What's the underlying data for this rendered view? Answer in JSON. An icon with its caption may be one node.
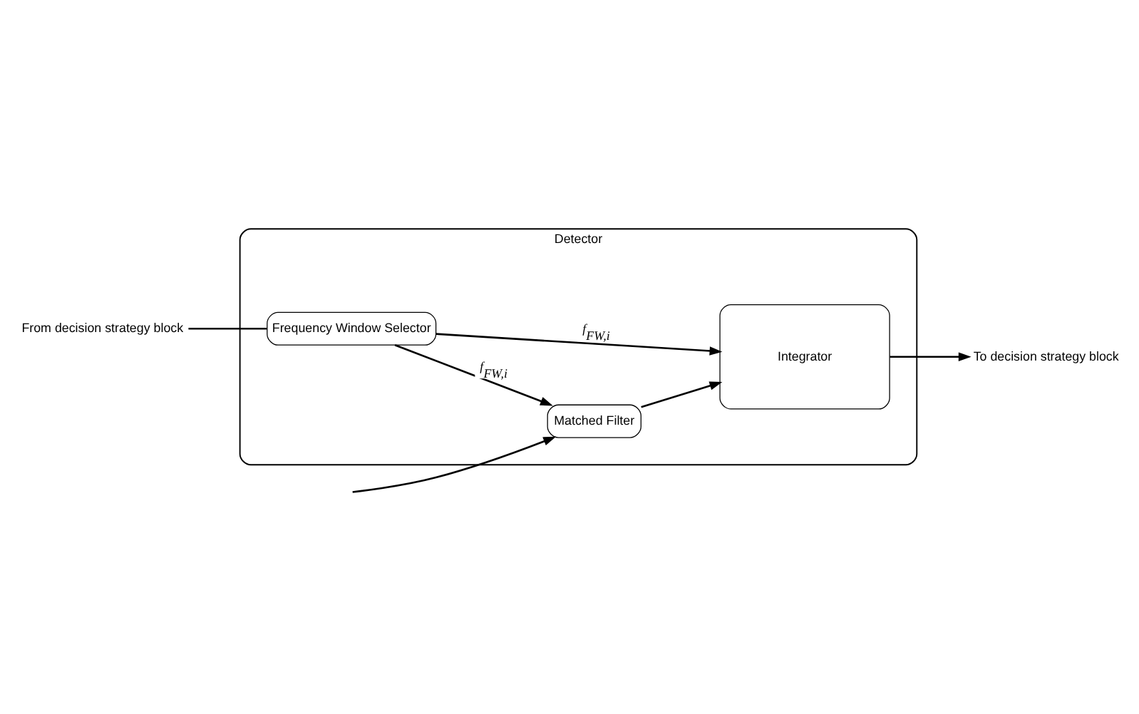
{
  "diagram": {
    "nodes": [
      {
        "text": [
          "Detector"
        ]
      },
      {
        "text": [
          "Matched Filter"
        ],
        "in": 0
      },
      {
        "text": [
          "Integrator"
        ],
        "in": 0
      },
      {
        "text": [
          "Frequency Window Selector"
        ],
        "in": 0
      },
      {
        "text": [
          "To decision strategy block"
        ]
      },
      {
        "text": [
          "From decision strategy block"
        ]
      }
    ],
    "edges": [
      {
        "from": null,
        "to": 1,
        "arrow": "to"
      },
      {
        "from": 1,
        "to": 2,
        "arrow": "to"
      },
      {
        "from": 2,
        "to": 4,
        "arrow": "to"
      },
      {
        "from": 3,
        "to": 1,
        "arrow": "to",
        "label": "f$_{FW,i}$"
      },
      {
        "from": 3,
        "to": 2,
        "arrow": "to",
        "label": "f$_{FW,i}$"
      },
      {
        "from": 5,
        "to": 3,
        "arrow": "none"
      }
    ]
  }
}
